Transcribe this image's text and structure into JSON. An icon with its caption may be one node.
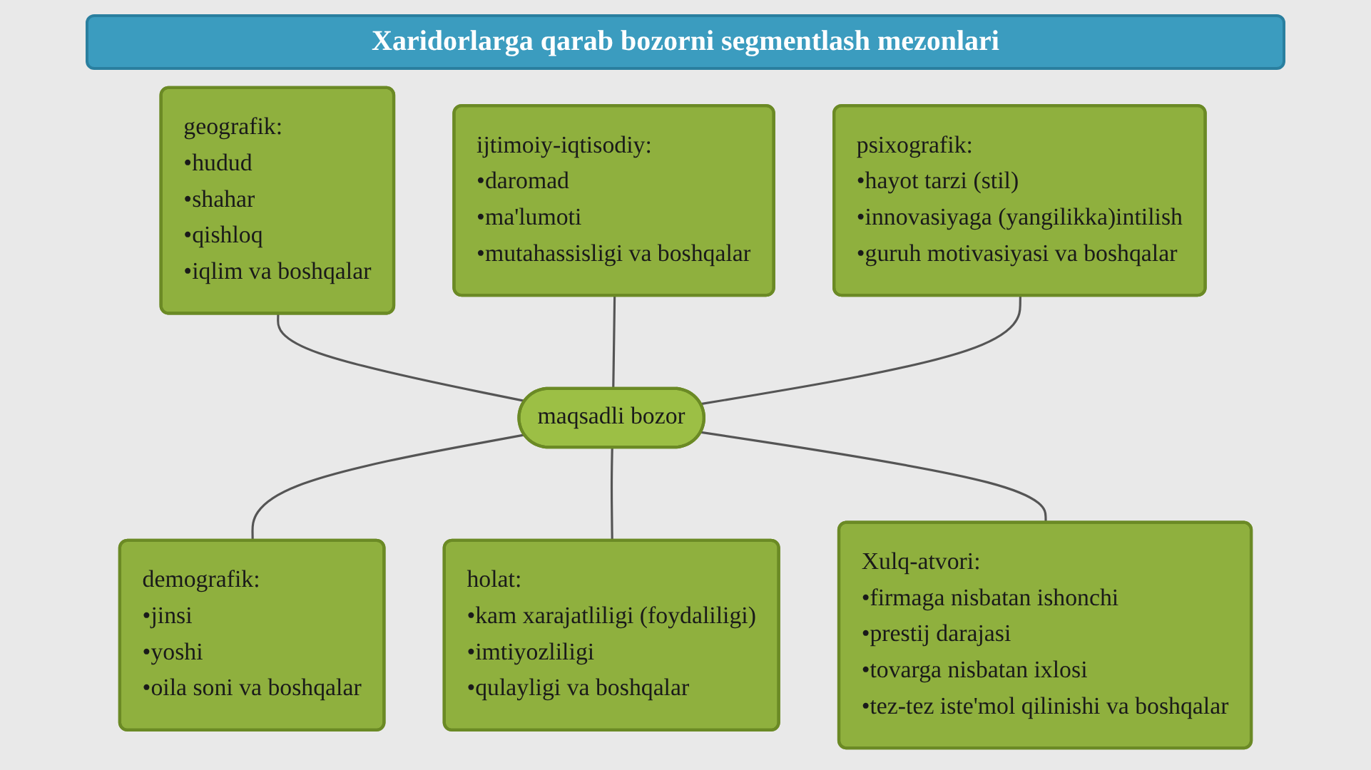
{
  "diagram": {
    "title": "Xaridorlarga qarab bozorni segmentlash mezonlari",
    "nodes": [
      {
        "text": [
          "ijtimoiy-iqtisodiy:",
          "•daromad",
          "•ma'lumoti",
          "•mutahassisligi va boshqalar"
        ]
      },
      {
        "text": [
          "geografik:",
          "•hudud",
          "•shahar",
          "•qishloq",
          "•iqlim va boshqalar"
        ]
      },
      {
        "text": [
          "psixografik:",
          "•hayot tarzi (stil)",
          "•innovasiyaga (yangilikka)intilish",
          "•guruh motivasiyasi va boshqalar"
        ]
      },
      {
        "text": [
          "maqsadli bozor"
        ]
      },
      {
        "text": [
          "demografik:",
          "•jinsi",
          "•yoshi",
          "•oila soni va boshqalar"
        ]
      },
      {
        "text": [
          "Xulq-atvori:",
          "•firmaga nisbatan ishonchi",
          "•prestij darajasi",
          "•tovarga nisbatan ixlosi",
          "•tez-tez iste'mol qilinishi va boshqalar"
        ]
      },
      {
        "text": [
          "holat:",
          "•kam xarajatliligi (foydaliligi)",
          "•imtiyozliligi",
          "•qulayligi va boshqalar"
        ]
      }
    ],
    "edges": [
      {
        "from": 1,
        "to": 3,
        "arrow": "none"
      },
      {
        "from": 0,
        "to": 3,
        "arrow": "none"
      },
      {
        "from": 2,
        "to": 3,
        "arrow": "none"
      },
      {
        "from": 3,
        "to": 4,
        "arrow": "none"
      },
      {
        "from": 3,
        "to": 6,
        "arrow": "none"
      },
      {
        "from": 3,
        "to": 5,
        "arrow": "none"
      }
    ]
  }
}
